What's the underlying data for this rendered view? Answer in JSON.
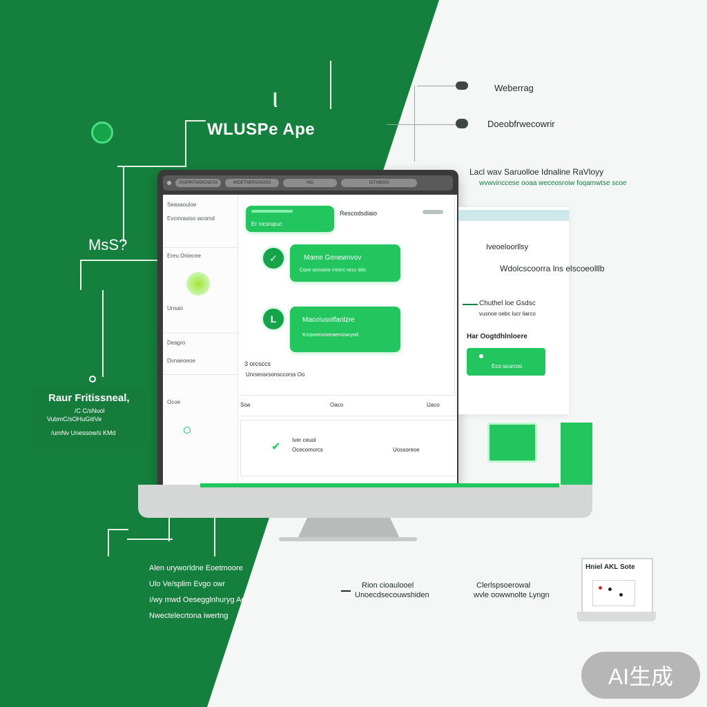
{
  "top_center": {
    "title": "WLUSPe Ape"
  },
  "left": {
    "chat_label": "MsS?",
    "panel_title": "Raur Fritissneal,",
    "panel_line1": "/C C/sNuol",
    "panel_line2": "VubmC/sOHuGitiVe",
    "panel_line3": "/umNv Unessow/s KMd",
    "bottom_lines": [
      "Alen uryworldne Eoetmoore",
      "Ulo Ve/splim Evgo owr",
      "I/wy mwd Oesegglnhuryg Aol",
      "Nwectelecrtona iwertng"
    ]
  },
  "right_top": {
    "label1": "Weberrag",
    "label2": "Doeobfrwecowrir",
    "desc_line1": "Lacl wav Saruolloe Idnaline RaVloyy",
    "desc_line2": "wvwvinccese ooaa weceosroiw foqamwtse scoe"
  },
  "monitor": {
    "titlebar": [
      "ISOPIRTNISICNESS",
      "MIDETNERIGNOSS",
      "IND",
      "IDTNBGDI"
    ],
    "sidebar": [
      "Seasaouloe",
      "Evcmrasiso wcomd",
      "Ereu Oniecee",
      "Unsao",
      "Deagro",
      "Dvnaeoeoe",
      "Ocoe"
    ],
    "card_top_title": "Rescodsdiaio",
    "card_top_sub": "Er Iocsrupuc",
    "bubble1_title": "Mame Genewnvov",
    "bubble1_sub": "Cqvo uccuooo rncerc nccc dds",
    "bubble2_title": "Macolusotfanlzre",
    "bubble2_sub": "Kmpoetcomeraerncwcyod",
    "footer_line1": "3 orcsccs",
    "footer_line2": "Unrseosrsonsccorss Oo",
    "tabs": [
      "Soa",
      "Oaco",
      "Uaco"
    ],
    "bottom_title": "Iver ceuol",
    "bottom_sub": "Ocecomorcs",
    "bottom_extra": "Uossoreoe"
  },
  "right_panel": {
    "label1": "Iveoeloorllsy",
    "label2": "Wdolcscoorra lns elscoeolllb",
    "label3": "Chuthel loe Gsdsc",
    "label4": "vusnoe oebc lucr liarco",
    "label5": "Har Oogtdhlnloere",
    "card_text": "Eco sourcoo"
  },
  "bottom_right": {
    "col1_line1": "Rion cioaulooel",
    "col1_line2": "Unoecdsecouwshiden",
    "col2_line1": "Clerlspsoerowal",
    "col2_line2": "wvle oowwnolte Lyngn",
    "mini_title": "Hniel AKL Sote"
  },
  "watermark": "AI生成",
  "colors": {
    "brand_green": "#15803d",
    "accent_green": "#22c55e",
    "background": "#f4f7f6"
  }
}
